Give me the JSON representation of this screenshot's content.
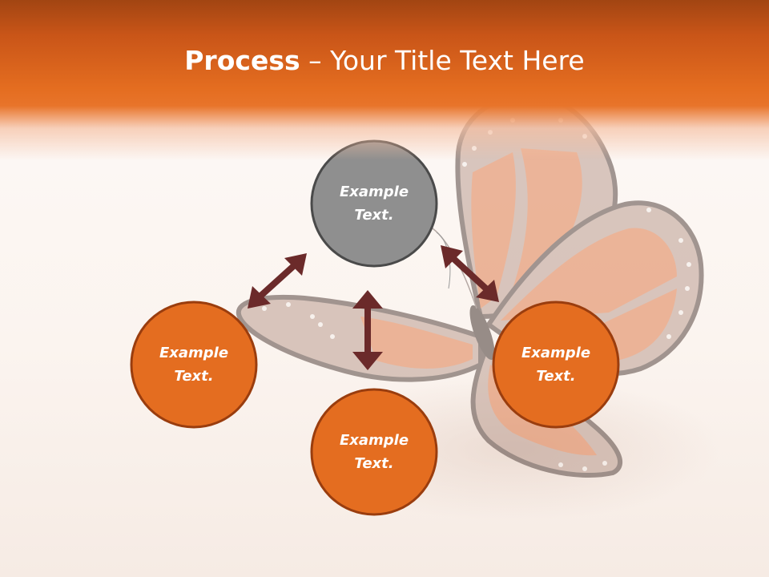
{
  "title": {
    "bold_part": "Process",
    "dash": " – ",
    "rest": "Your Title Text Here"
  },
  "colors": {
    "header_orange": "#e46d20",
    "header_dark": "#a24512",
    "circle_orange": "#e46d20",
    "circle_orange_border": "#9a3d0e",
    "circle_gray": "#8f8f8f",
    "circle_gray_border": "#4a4a4a",
    "arrow": "#6b2a2a"
  },
  "diagram": {
    "nodes": [
      {
        "id": "top",
        "label_1": "Example",
        "label_2": "Text.",
        "style": "gray"
      },
      {
        "id": "left",
        "label_1": "Example",
        "label_2": "Text.",
        "style": "orange"
      },
      {
        "id": "bottom",
        "label_1": "Example",
        "label_2": "Text.",
        "style": "orange"
      },
      {
        "id": "right",
        "label_1": "Example",
        "label_2": "Text.",
        "style": "orange"
      }
    ],
    "arrows": [
      {
        "from": "top",
        "to": "left",
        "kind": "double-headed"
      },
      {
        "from": "top",
        "to": "right",
        "kind": "double-headed"
      },
      {
        "from": "top",
        "to": "bottom",
        "kind": "double-headed"
      }
    ]
  }
}
